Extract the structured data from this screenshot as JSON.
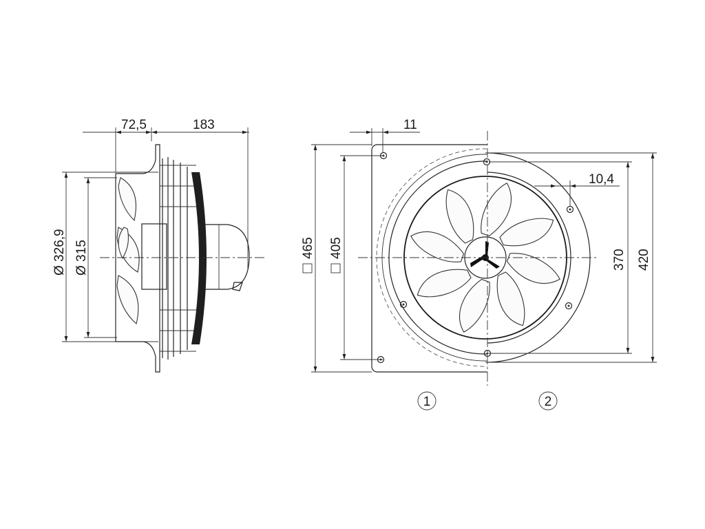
{
  "dimensions": {
    "side_depth_front": "72,5",
    "side_depth_total": "183",
    "side_diameter_outer": "Ø 326,9",
    "side_diameter_inner": "Ø 315",
    "flange_thickness": "11",
    "square_outer": "465",
    "square_inner": "405",
    "hole_diameter": "10,4",
    "hole_spacing": "370",
    "ring_outer": "420"
  },
  "variants": {
    "variant_1": "1",
    "variant_2": "2"
  }
}
